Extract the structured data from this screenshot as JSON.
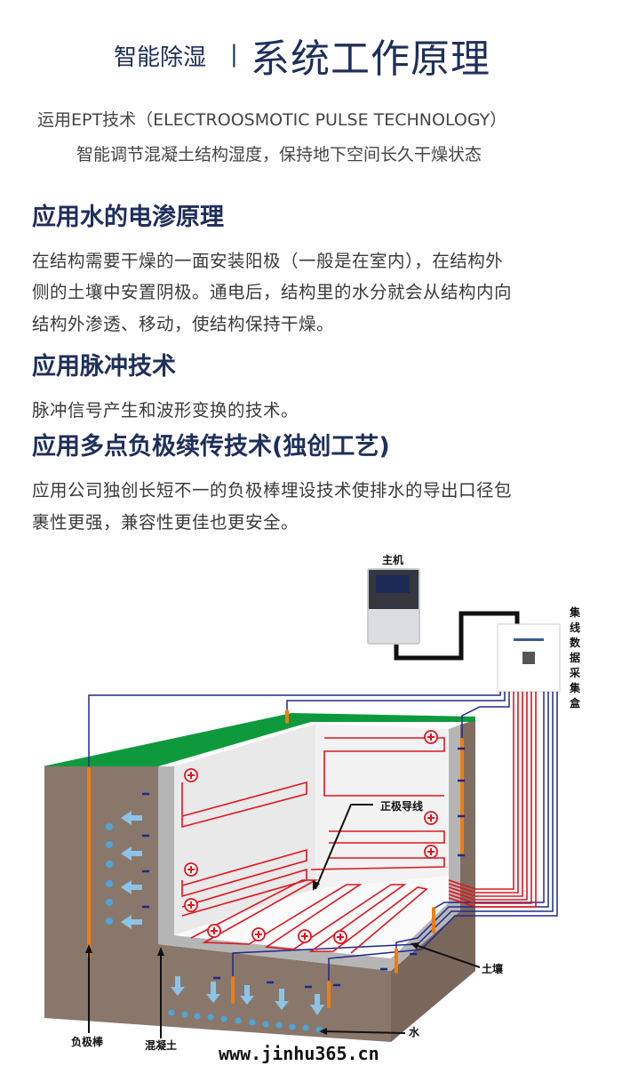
{
  "header": {
    "small_title": "智能除湿",
    "separator": "|",
    "big_title": "系统工作原理"
  },
  "subtitle": {
    "line1": "运用EPT技术（ELECTROOSMOTIC PULSE TECHNOLOGY）",
    "line2": "智能调节混凝土结构湿度，保持地下空间长久干燥状态"
  },
  "sections": [
    {
      "heading": "应用水的电渗原理",
      "lines": [
        "在结构需要干燥的一面安装阳极（一般是在室内），在结构外",
        "侧的土壤中安置阴极。通电后，结构里的水分就会从结构内向",
        "结构外渗透、移动，使结构保持干燥。"
      ]
    },
    {
      "heading": "应用脉冲技术",
      "lines": [
        "脉冲信号产生和波形变换的技术。"
      ]
    },
    {
      "heading": "应用多点负极续传技术(独创工艺)",
      "lines": [
        "应用公司独创长短不一的负极棒埋设技术使排水的导出口径包",
        "裹性更强，兼容性更佳也更安全。"
      ]
    }
  ],
  "diagram": {
    "host_label": "主机",
    "collector_label": "集线数据采集盒",
    "anode_wire_label": "正极导线",
    "soil_label": "土壤",
    "water_label": "水",
    "cathode_rod_label": "负极棒",
    "concrete_label": "混凝土",
    "plus_symbol": "+",
    "minus_symbol": "−",
    "watermark": "www.jinhu365.cn",
    "colors": {
      "soil": "#8a776b",
      "grass": "#0e9a3c",
      "concrete": "#b5b5b5",
      "anode": "#e0141e",
      "cathode_wire": "#1c2a8c",
      "rod": "#ee7d0f",
      "water": "#8cc3e6"
    }
  }
}
